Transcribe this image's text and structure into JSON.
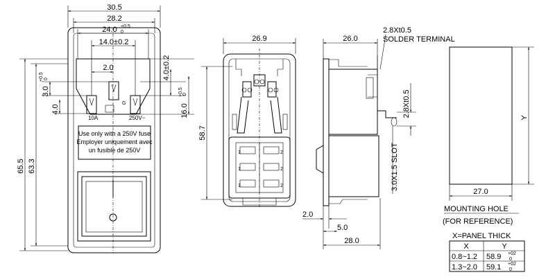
{
  "dimensions": {
    "top_overall": "30.5",
    "top_inner": "28.2",
    "pin_span": "24.0",
    "pin_span_tol": "+0.5",
    "pin_span_tol2": "0",
    "center_span": "14.0±0.2",
    "offset": "2.0",
    "left_tol_3": "3.0",
    "left_tol_3_plus": "+0.5",
    "left_tol_3_zero": "0",
    "left_4": "4.0",
    "right_4": "4.0±0.2",
    "right_16": "16.0",
    "right_16_tol": "+0.5",
    "right_16_zero": "0",
    "overall_height": "65.5",
    "inner_height": "63.3",
    "side_width": "26.9",
    "side_height": "58.7",
    "depth_26": "26.0",
    "terminal_thickness": "2.8Xt0.5",
    "terminal_label": "SOLDER  TERMINAL",
    "terminal_width": "2.8Xt0.5",
    "slot": "3.0X1.5  SLOT",
    "panel_2": "2.0",
    "panel_5": "5.0",
    "depth_28": "28.0",
    "mount_width": "27.0",
    "mount_y": "Y"
  },
  "labels": {
    "rating_left": "10A",
    "rating_right": "250V~",
    "ground": "G",
    "fuse_line1": "Use only with a 250V fuse",
    "fuse_line2": "Employer uniquement avec",
    "fuse_line3": "un fusible de 250V",
    "mounting_title": "MOUNTING HOLE",
    "mounting_sub": "(FOR REFERENCE)",
    "panel_title": "X=PANEL THICK"
  },
  "panel_table": {
    "headers": [
      "X",
      "Y"
    ],
    "rows": [
      {
        "x": "0.8~1.2",
        "y": "58.9",
        "tol_plus": "+02",
        "tol_zero": "0"
      },
      {
        "x": "1.3~2.0",
        "y": "59.1",
        "tol_plus": "+02",
        "tol_zero": "0"
      }
    ]
  },
  "terminal_labels": [
    "1",
    "2",
    "1",
    "2",
    "1",
    "2"
  ]
}
